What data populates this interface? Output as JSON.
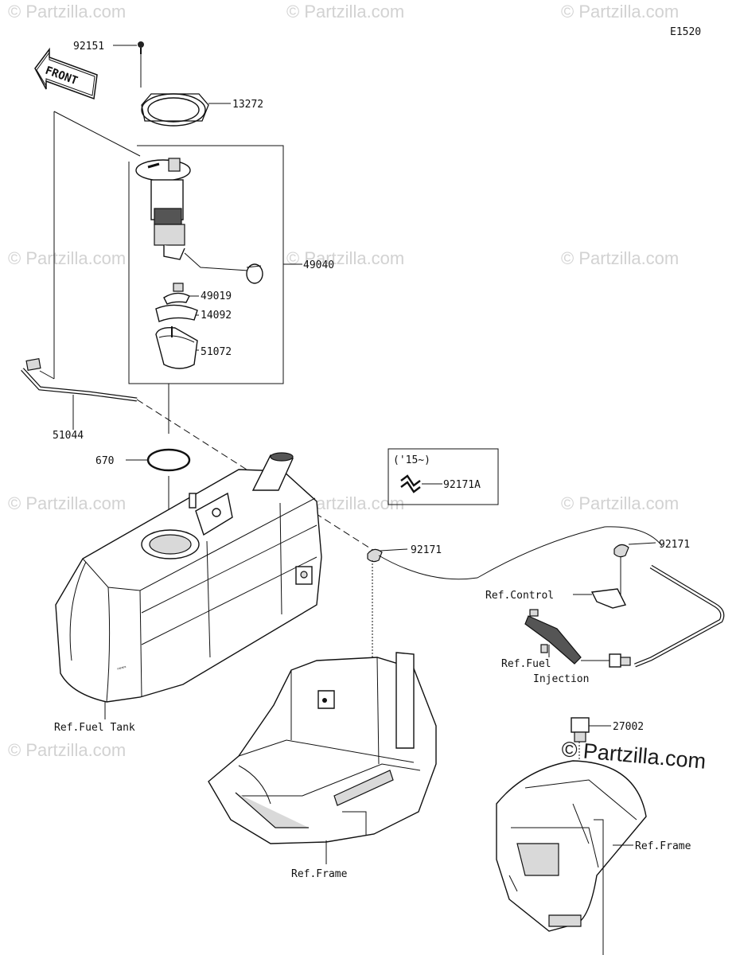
{
  "diagram_code": "E1520",
  "watermark": {
    "text": "© Partzilla.com",
    "big_text": "© Partzilla.com"
  },
  "front_arrow_label": "FRONT",
  "parts": {
    "p92151": "92151",
    "p13272": "13272",
    "p49040": "49040",
    "p49019": "49019",
    "p14092": "14092",
    "p51072": "51072",
    "p51044": "51044",
    "p670": "670",
    "p92171_left": "92171",
    "p92171_right": "92171",
    "p92171A": "92171A",
    "p27002": "27002"
  },
  "variant_box_label": "('15~)",
  "refs": {
    "fuel_tank": "Ref.Fuel Tank",
    "frame_center": "Ref.Frame",
    "frame_right": "Ref.Frame",
    "control": "Ref.Control",
    "fuel_injection_line1": "Ref.Fuel",
    "fuel_injection_line2": "Injection"
  }
}
